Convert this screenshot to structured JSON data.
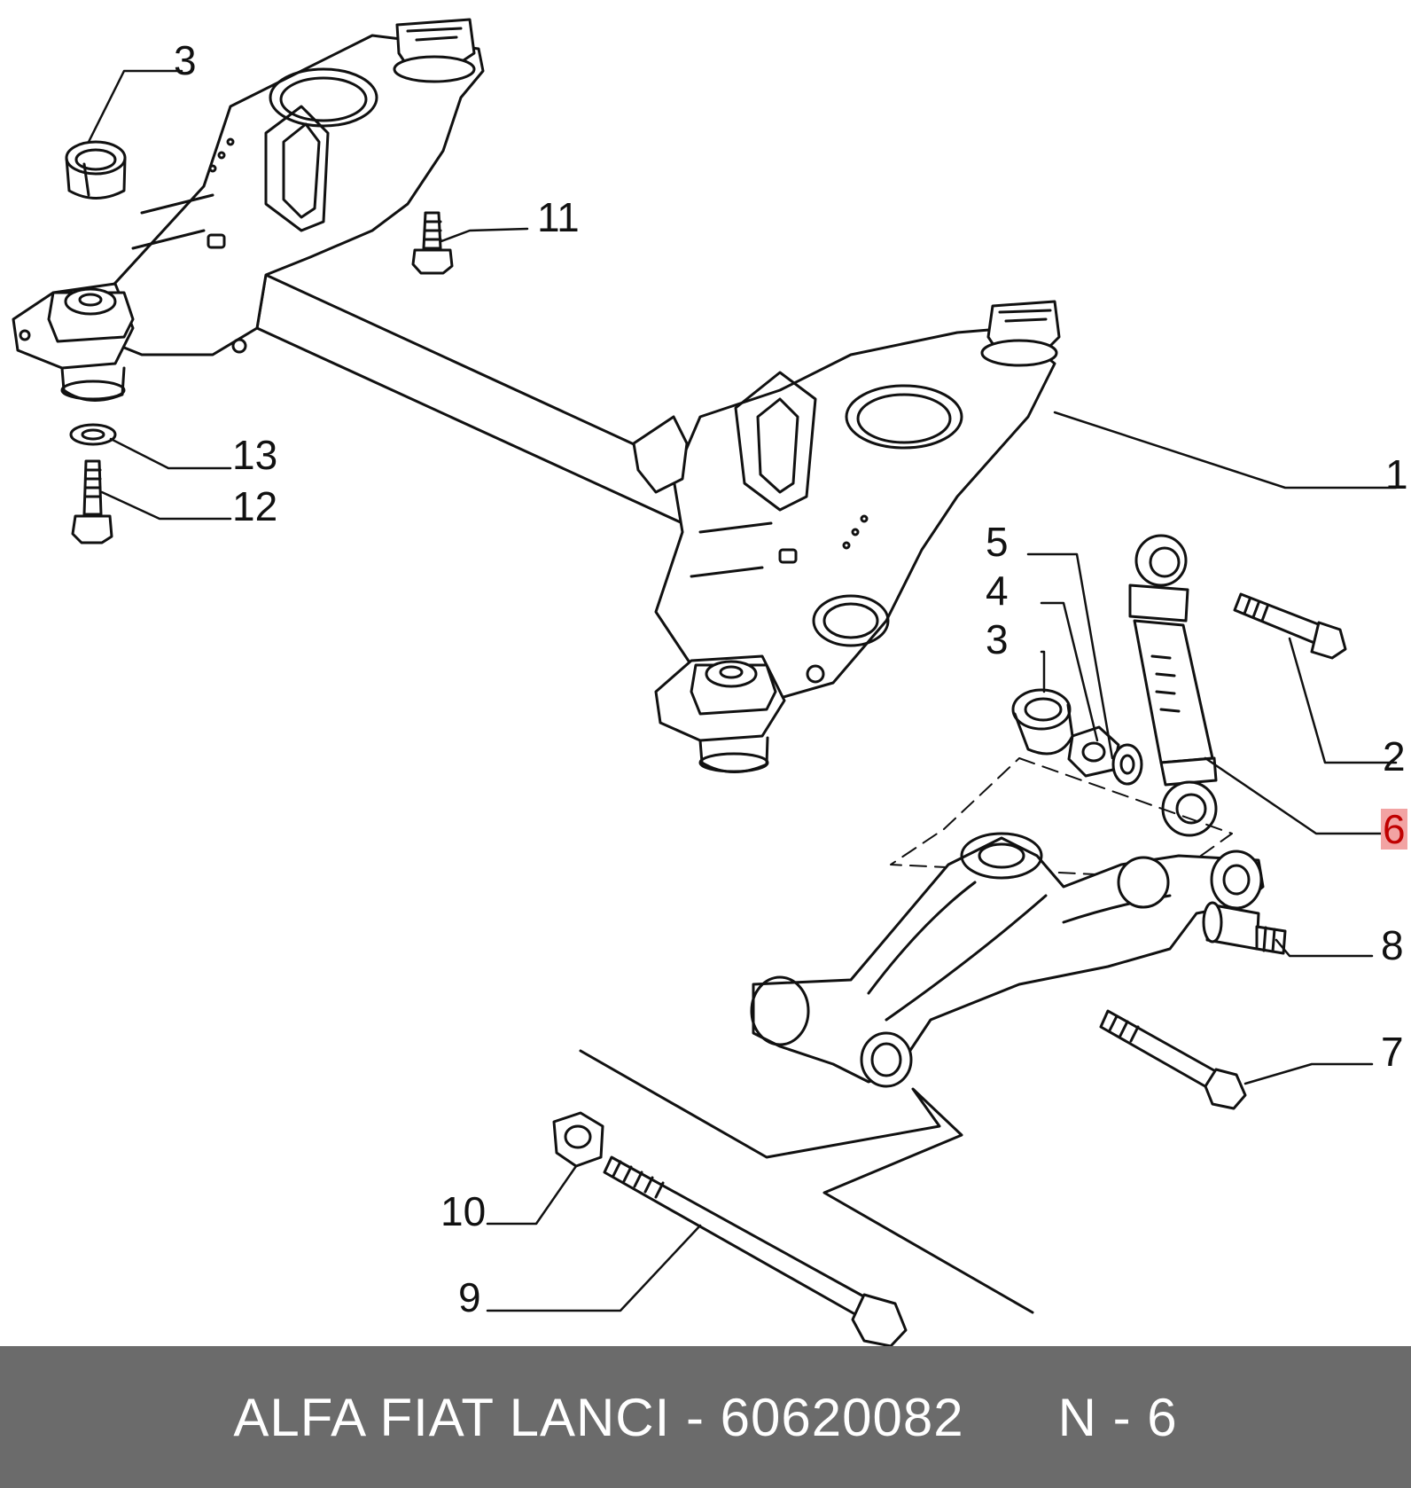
{
  "callouts": {
    "c1": "1",
    "c2": "2",
    "c3a": "3",
    "c3b": "3",
    "c4": "4",
    "c5": "5",
    "c6": "6",
    "c7": "7",
    "c8": "8",
    "c9": "9",
    "c10": "10",
    "c11": "11",
    "c12": "12",
    "c13": "13"
  },
  "highlight_color": "#f2a3a3",
  "footer": {
    "brand_part": "ALFA FIAT LANCI - 60620082",
    "ref": "N - 6",
    "background": "#6b6b6b"
  }
}
